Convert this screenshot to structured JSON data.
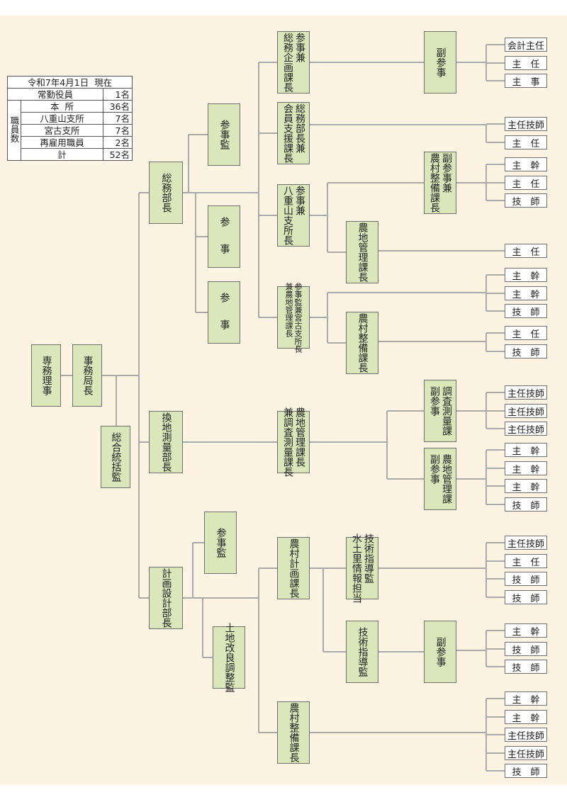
{
  "staff_table": {
    "date": "令和7年4月1日  現在",
    "header_label": "職員数",
    "rows": [
      {
        "label": "常勤役員",
        "count": "1名"
      },
      {
        "label": "本  所",
        "count": "36名"
      },
      {
        "label": "八重山支所",
        "count": "7名"
      },
      {
        "label": "宮古支所",
        "count": "7名"
      },
      {
        "label": "再雇用職員",
        "count": "2名"
      },
      {
        "label": "計",
        "count": "52名"
      }
    ]
  },
  "org": {
    "senmu_riji": "専務理事",
    "jimukyokucho": "事務局長",
    "sogo_kantoku": "総合統括監",
    "somu_bucho": "総務部長",
    "somu_sanjikan": "参事監",
    "somu_sanji1": "参　事",
    "somu_sanji2": "参　事",
    "somu_kikaku": "参事兼\n総務企画課長",
    "kaiin_shien": "総務部長兼\n会員支援課長",
    "yaeyama": "参事兼\n八重山支所長",
    "yaeyama_fuku": "副参事兼\n農村整備課長",
    "yaeyama_nochi": "農地管理課長",
    "miyako": "参事監兼宮古支所長\n兼農地管理課長",
    "miyako_noson": "農村整備課長",
    "somu_fukusanji": "副参事",
    "kanchi_bucho": "換地測量部長",
    "kanchi_noch": "農地管理課長\n兼調査測量課長",
    "kanchi_chosa": "調査測量課\n副参事",
    "kanchi_nochi_fuku": "農地管理課\n副参事",
    "keikaku_bucho": "計画設計部長",
    "keikaku_sanjikan": "参事監",
    "keikaku_tochi": "土地改良調整監",
    "keikaku_noson": "農村計画課長",
    "gijutsu_shidokan_suido": "技術指導監\n水土里情報担当",
    "gijutsu_shidokan": "技術指導監",
    "keikaku_fukusanji": "副参事",
    "keikaku_noson_seibi": "農村整備課長"
  },
  "leaves": {
    "somu_kikaku": [
      "会計主任",
      "主　任",
      "主　事"
    ],
    "kaiin_shien": [
      "主任技師",
      "主　任"
    ],
    "yaeyama_fuku": [
      "主　幹",
      "主　任",
      "技　師"
    ],
    "yaeyama_nochi": [
      "主　任"
    ],
    "miyako_a": [
      "主　幹",
      "主　幹",
      "技　師"
    ],
    "miyako_noson": [
      "主　任",
      "技　師"
    ],
    "kanchi_chosa": [
      "主任技師",
      "主任技師",
      "主任技師"
    ],
    "kanchi_nochi": [
      "主　幹",
      "主　幹",
      "主　幹",
      "技　師"
    ],
    "suido": [
      "主任技師",
      "主　任",
      "技　師",
      "技　師"
    ],
    "gijutsu_fuku": [
      "主　幹",
      "技　師",
      "技　師"
    ],
    "noson_seibi": [
      "主　幹",
      "主　幹",
      "主任技師",
      "主任技師",
      "技　師"
    ]
  },
  "style": {
    "box_fill": "#d9e7bb",
    "background": "#fcf3e3",
    "line_color": "#a9a9a9"
  }
}
